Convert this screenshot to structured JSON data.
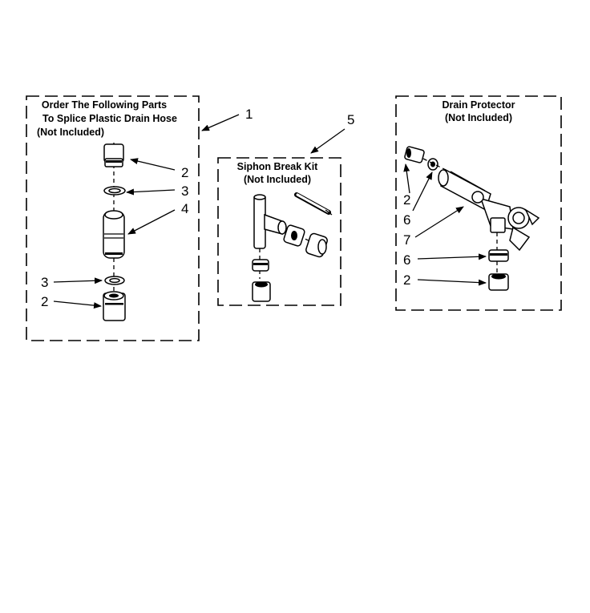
{
  "groups": {
    "splice": {
      "title_lines": [
        "Order The Following Parts",
        "To Splice Plastic Drain Hose",
        "(Not Included)"
      ],
      "callout": "1"
    },
    "siphon": {
      "title_lines": [
        "Siphon Break Kit",
        "(Not Included)"
      ],
      "callout": "5"
    },
    "drain": {
      "title_lines": [
        "Drain Protector",
        "(Not Included)"
      ]
    }
  },
  "callouts": {
    "splice_2_top": "2",
    "splice_3_top": "3",
    "splice_4": "4",
    "splice_3_bottom": "3",
    "splice_2_bottom": "2",
    "drain_2_left": "2",
    "drain_6_left": "6",
    "drain_7": "7",
    "drain_6_right": "6",
    "drain_2_right": "2"
  }
}
